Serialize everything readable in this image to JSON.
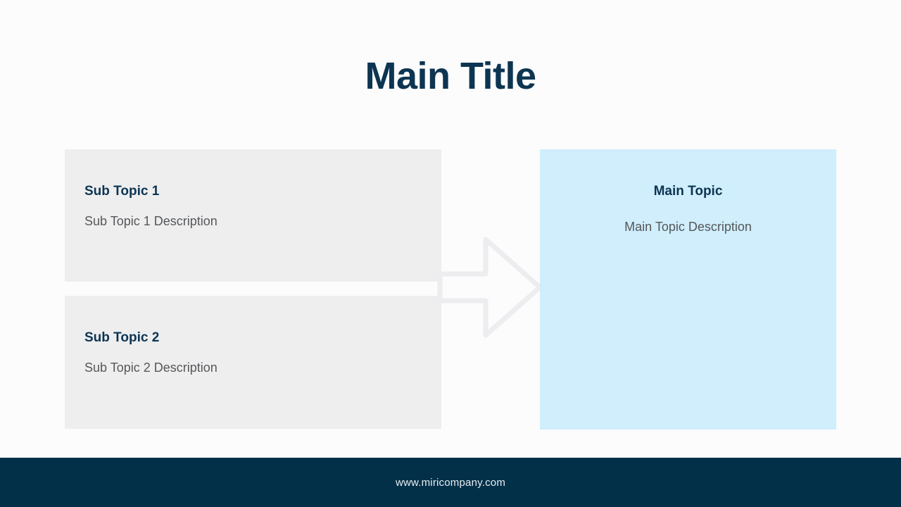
{
  "slide": {
    "title": "Main Title",
    "background_color": "#fcfcfd"
  },
  "sub_topics": [
    {
      "title": "Sub Topic 1",
      "description": "Sub Topic 1 Description",
      "background_color": "#eeeeef"
    },
    {
      "title": "Sub Topic 2",
      "description": "Sub Topic 2 Description",
      "background_color": "#eeeeef"
    }
  ],
  "main_topic": {
    "title": "Main Topic",
    "description": "Main Topic Description",
    "background_color": "#d0eefc"
  },
  "connector": {
    "icon": "arrow-right-outline",
    "stroke_color": "#ededf0"
  },
  "footer": {
    "text": "www.miricompany.com",
    "background_color": "#023049",
    "text_color": "#e9eef2"
  },
  "colors": {
    "heading_navy": "#0d3552",
    "body_gray": "#555759",
    "accent_blue": "#d0eefc"
  }
}
